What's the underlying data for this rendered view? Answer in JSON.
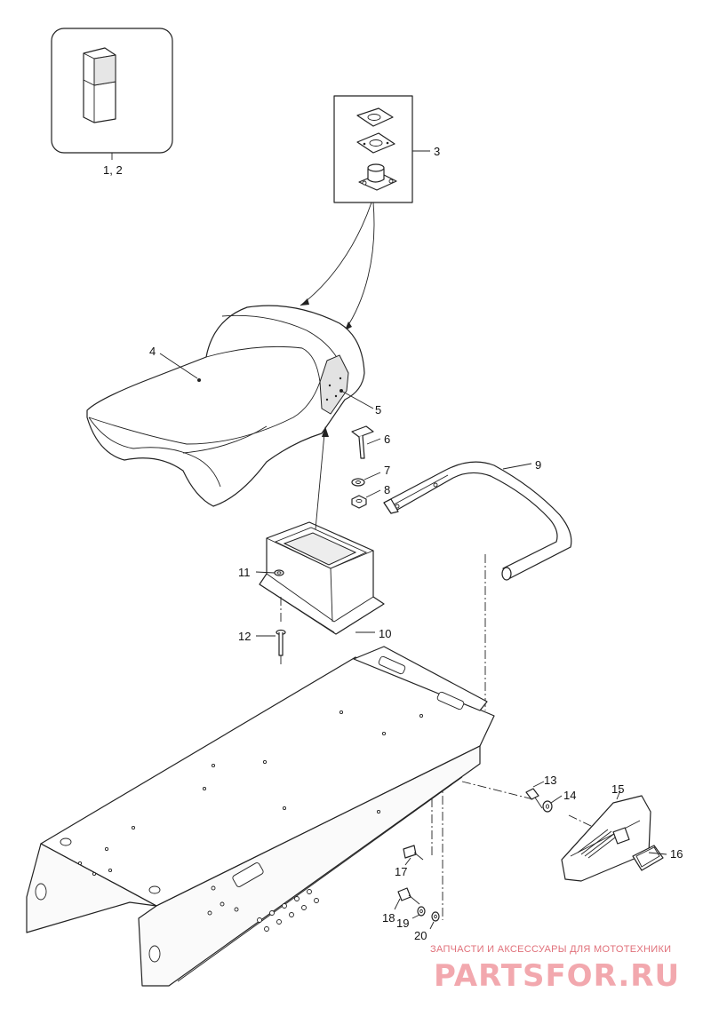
{
  "callouts": {
    "c1_2": "1, 2",
    "c3": "3",
    "c4": "4",
    "c5": "5",
    "c6": "6",
    "c7": "7",
    "c8": "8",
    "c9": "9",
    "c10": "10",
    "c11": "11",
    "c12": "12",
    "c13": "13",
    "c14": "14",
    "c15": "15",
    "c16": "16",
    "c17": "17",
    "c18": "18",
    "c19": "19",
    "c20": "20"
  },
  "watermark": {
    "tagline": "ЗАПЧАСТИ И АКСЕССУАРЫ ДЛЯ МОТОТЕХНИКИ",
    "brand": "PARTSFOR.RU"
  }
}
